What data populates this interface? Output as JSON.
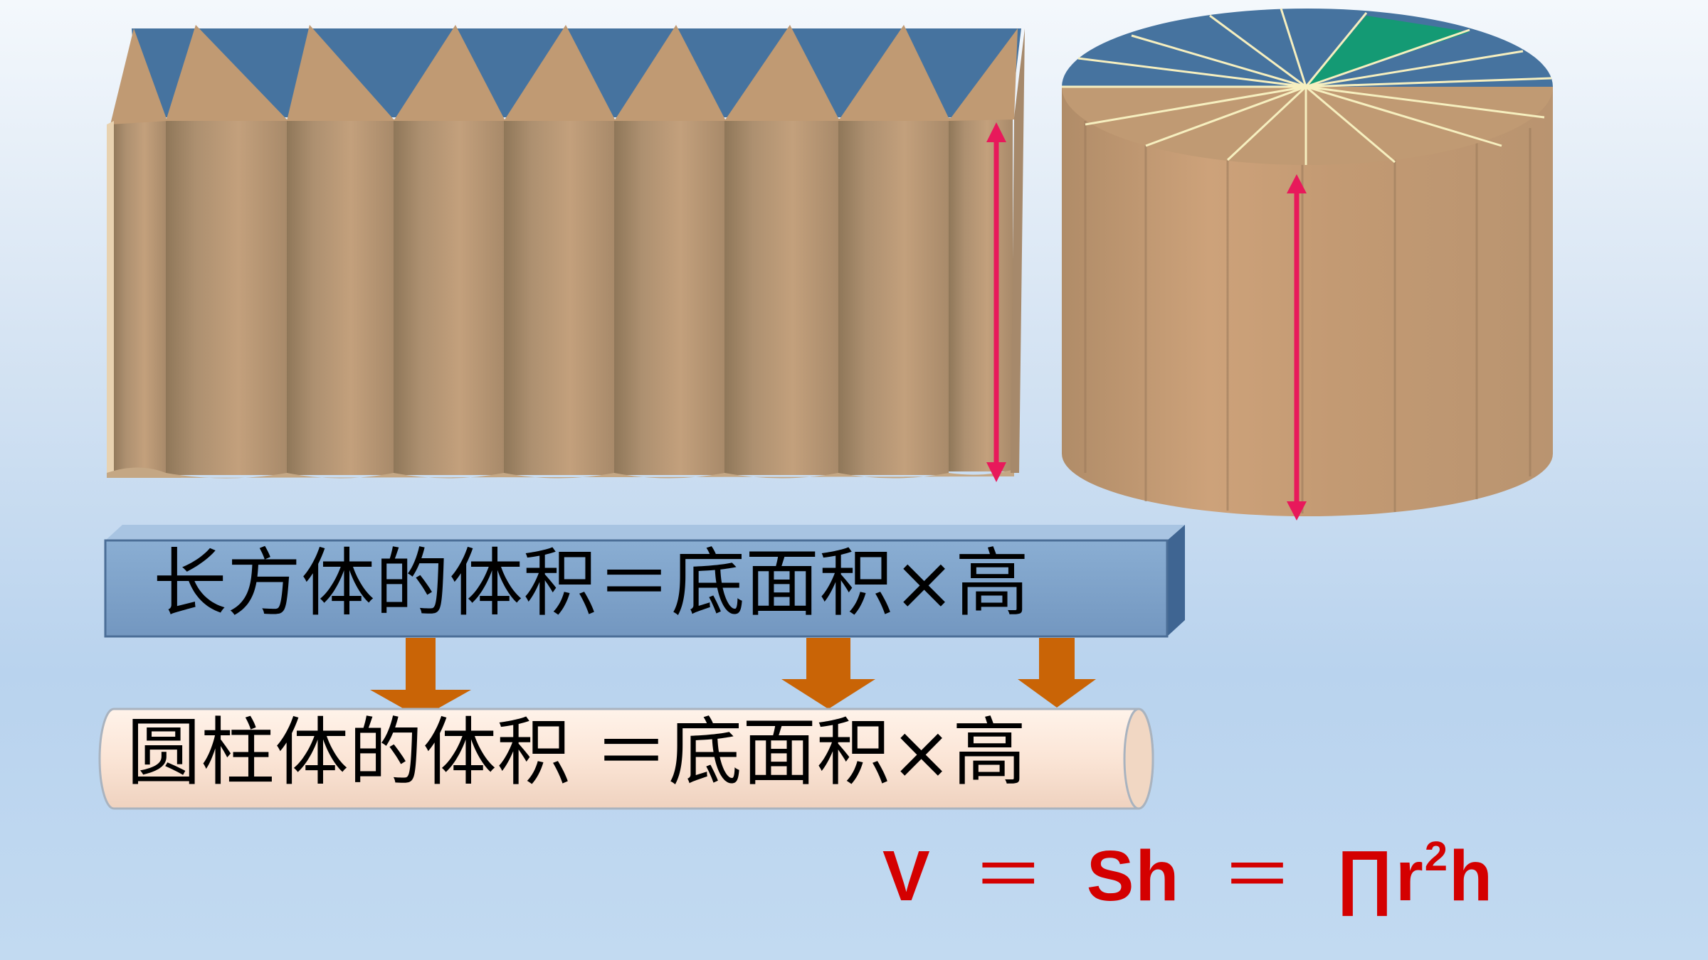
{
  "formula_rect": "长方体的体积＝底面积×高",
  "formula_cyl": "圆柱体的体积 ＝底面积×高",
  "equation": {
    "v": "V",
    "eq1": "＝",
    "sh": "Sh",
    "eq2": "＝",
    "pi": "∏r",
    "sup": "2",
    "h": "h"
  },
  "colors": {
    "solid_tan": "#c09a73",
    "top_blue": "#46739f",
    "sector_highlight": "#149a74",
    "height_arrow": "#e8195b",
    "band_blue": "#7fa4cb",
    "down_arrow": "#c96406",
    "tube_fill": "#fbe5d6",
    "equation_red": "#d40000"
  }
}
